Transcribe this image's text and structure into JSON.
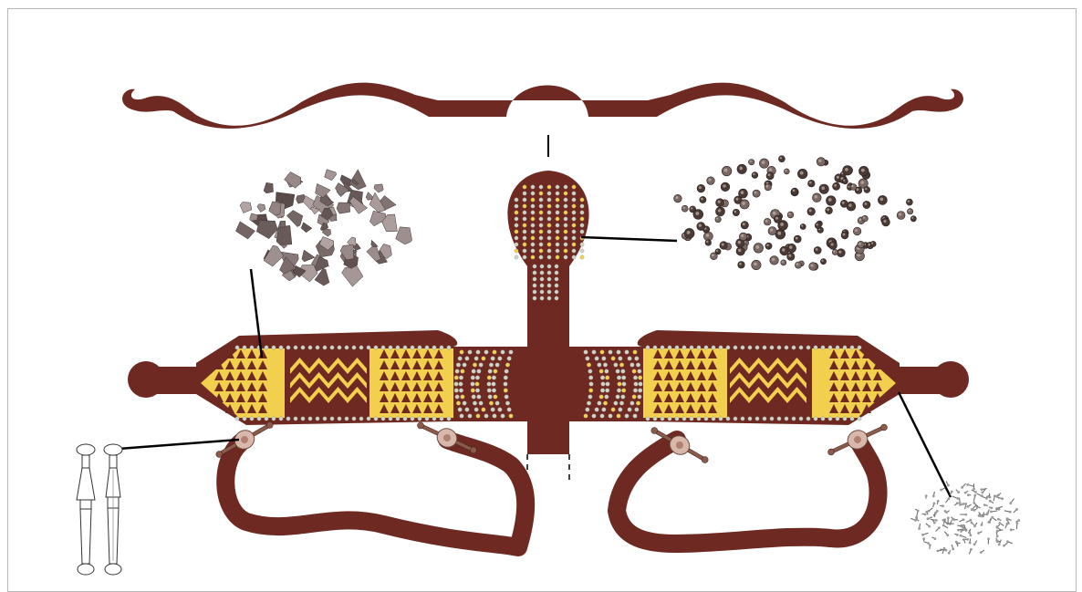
{
  "diagram": {
    "kind": "archaeological-reconstruction",
    "colors": {
      "leather": "#6e2a22",
      "gold": "#f3cf4e",
      "gold_dark": "#e0b43a",
      "bead": "#cfd3c7",
      "bead_outline": "#8a8f86",
      "frame": "#b8b8b8",
      "connector": "#000000",
      "metal_fragment": "#8a7a78",
      "stud": "#4a3a36",
      "rivet": "#d9b8ac"
    },
    "components": {
      "bow_case": "bow-case-silhouette",
      "quiver_mouth": "beaded-pendant",
      "belt": "decorated-belt",
      "left_panel": "gold-triangle-panel",
      "right_panel": "gold-triangle-panel",
      "left_strap": "suspension-loop",
      "right_strap": "suspension-loop",
      "fasteners": "toggle-pins"
    },
    "photo_insets": [
      {
        "id": "metal-fragments-inset",
        "icon": "fragments-cluster"
      },
      {
        "id": "bronze-studs-inset",
        "icon": "studs-cluster"
      },
      {
        "id": "nails-inset",
        "icon": "small-nails-cluster"
      },
      {
        "id": "toggle-drawing-inset",
        "icon": "toggle-pin-drawing"
      }
    ]
  }
}
